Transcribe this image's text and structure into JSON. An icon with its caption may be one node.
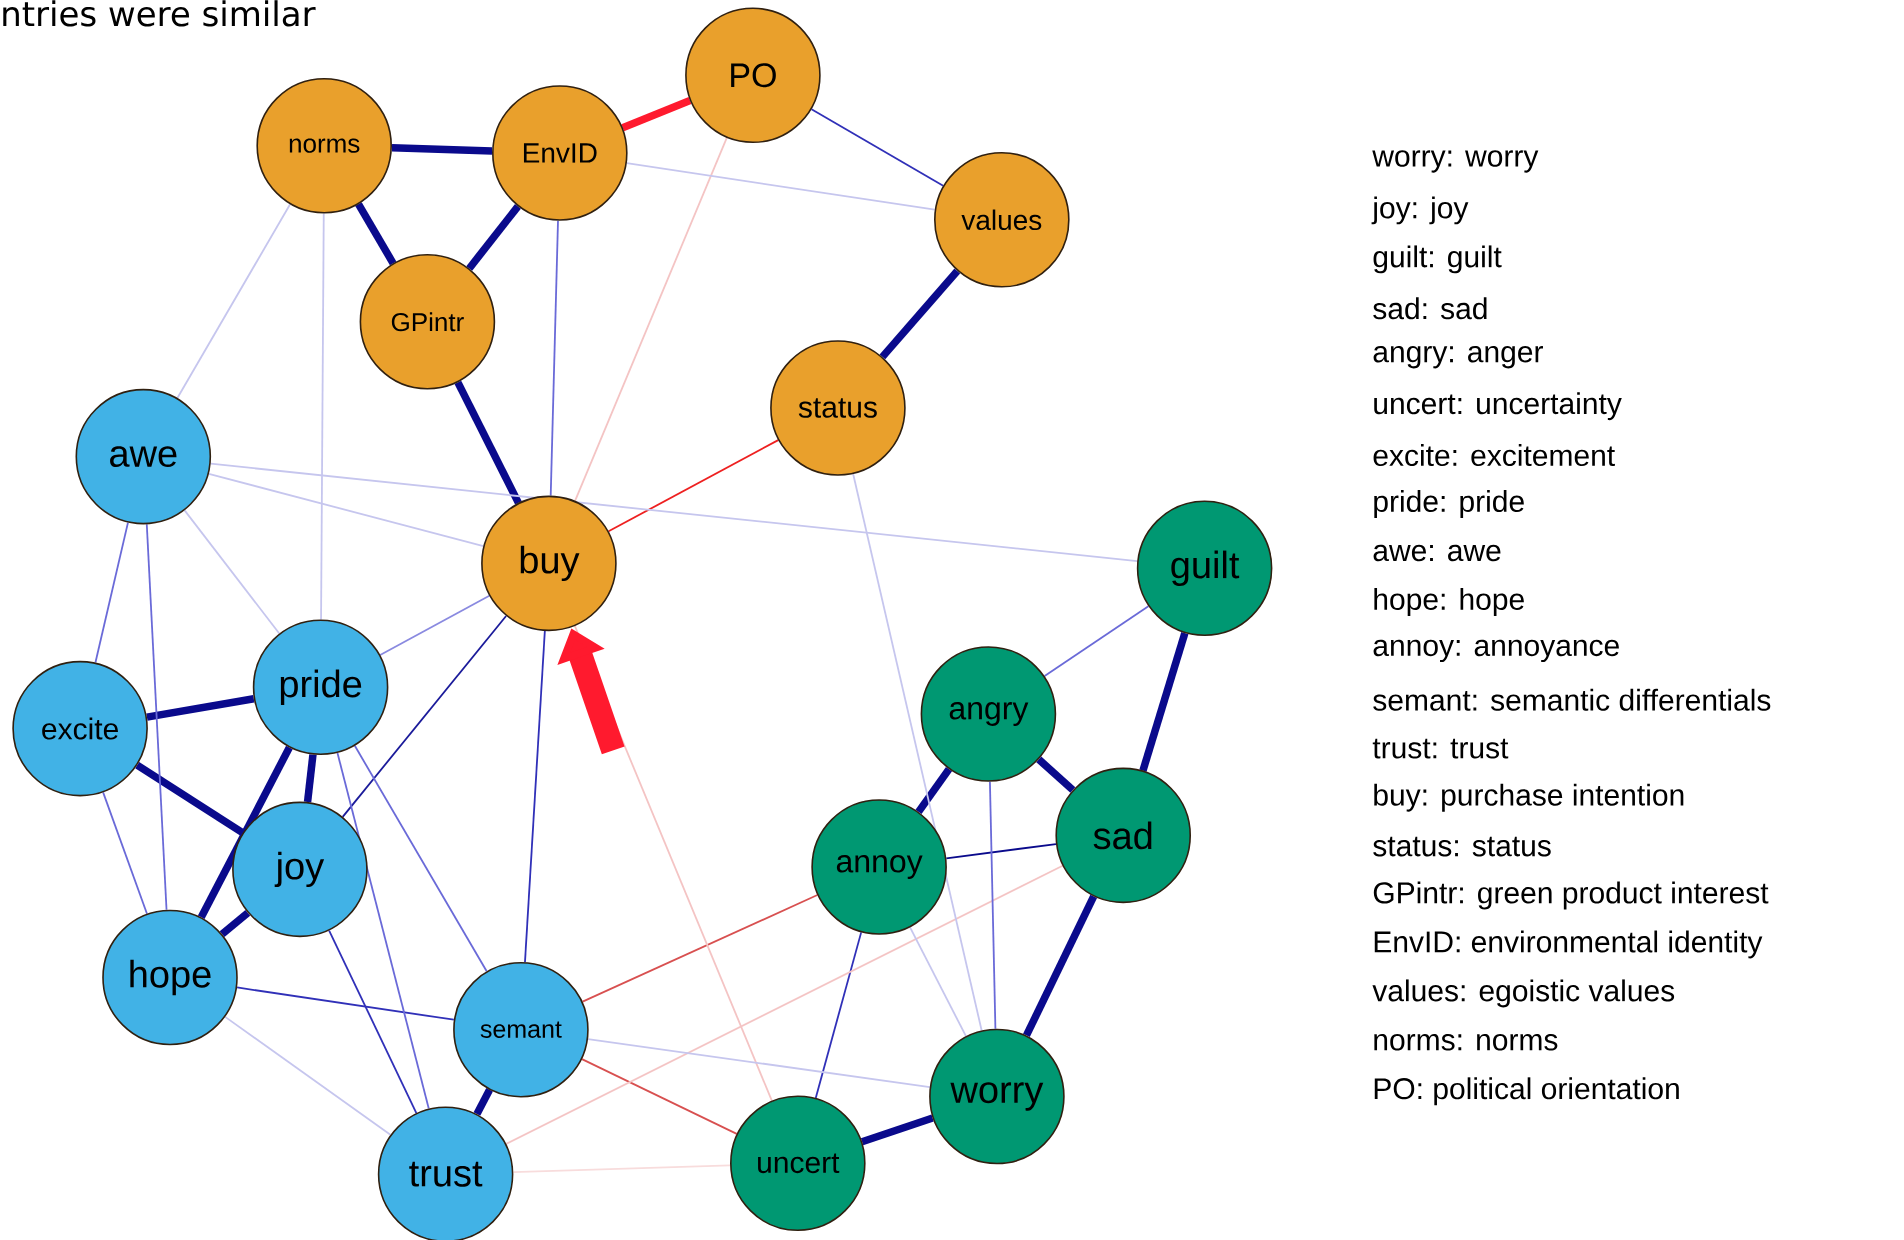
{
  "diagram": {
    "nodes": [
      {
        "text": [
          "PO"
        ]
      },
      {
        "text": [
          "norms"
        ]
      },
      {
        "text": [
          "EnvID"
        ]
      },
      {
        "text": [
          "values"
        ]
      },
      {
        "text": [
          "GPintr"
        ]
      },
      {
        "text": [
          "status"
        ]
      },
      {
        "text": [
          "awe"
        ]
      },
      {
        "text": [
          "buy"
        ]
      },
      {
        "text": [
          "guilt"
        ]
      },
      {
        "text": [
          "pride"
        ]
      },
      {
        "text": [
          "excite"
        ]
      },
      {
        "text": [
          "angry"
        ]
      },
      {
        "text": [
          "sad"
        ]
      },
      {
        "text": [
          "annoy"
        ]
      },
      {
        "text": [
          "joy"
        ]
      },
      {
        "text": [
          "hope"
        ]
      },
      {
        "text": [
          "semant"
        ]
      },
      {
        "text": [
          "worry"
        ]
      },
      {
        "text": [
          "uncert"
        ]
      },
      {
        "text": [
          "trust"
        ]
      }
    ],
    "edges": [
      {
        "from": 0,
        "to": 2,
        "arrow": "none",
        "style": "thick",
        "color": "#ff1a2e"
      },
      {
        "from": 0,
        "to": 3,
        "arrow": "none",
        "color": "#3030b8"
      },
      {
        "from": 1,
        "to": 2,
        "arrow": "none",
        "style": "thick",
        "color": "#0a0a8c"
      },
      {
        "from": 1,
        "to": 4,
        "arrow": "none",
        "style": "thick",
        "color": "#0a0a8c"
      },
      {
        "from": 2,
        "to": 4,
        "arrow": "none",
        "style": "thick",
        "color": "#0a0a8c"
      },
      {
        "from": 3,
        "to": 5,
        "arrow": "none",
        "style": "thick",
        "color": "#0a0a8c"
      },
      {
        "from": 4,
        "to": 7,
        "arrow": "none",
        "style": "thick",
        "color": "#0a0a8c"
      },
      {
        "from": 5,
        "to": 7,
        "arrow": "none",
        "color": "#ee2020"
      },
      {
        "from": 2,
        "to": 7,
        "arrow": "none",
        "color": "#6a6ad8"
      },
      {
        "from": 0,
        "to": 7,
        "arrow": "none",
        "color": "#f4c4c4"
      },
      {
        "from": 11,
        "to": 13,
        "arrow": "none",
        "style": "thick",
        "color": "#0a0a8c"
      },
      {
        "from": 11,
        "to": 12,
        "arrow": "none",
        "style": "thick",
        "color": "#0a0a8c"
      },
      {
        "from": 13,
        "to": 12,
        "arrow": "none",
        "color": "#0a0a8c"
      },
      {
        "from": 8,
        "to": 12,
        "arrow": "none",
        "style": "thick",
        "color": "#0a0a8c"
      },
      {
        "from": 12,
        "to": 17,
        "arrow": "none",
        "style": "thick",
        "color": "#0a0a8c"
      },
      {
        "from": 17,
        "to": 18,
        "arrow": "none",
        "style": "thick",
        "color": "#0a0a8c"
      },
      {
        "from": 16,
        "to": 19,
        "arrow": "none",
        "style": "thick",
        "color": "#0a0a8c"
      },
      {
        "from": 9,
        "to": 14,
        "arrow": "none",
        "style": "thick",
        "color": "#0a0a8c"
      },
      {
        "from": 14,
        "to": 15,
        "arrow": "none",
        "style": "thick",
        "color": "#0a0a8c"
      },
      {
        "from": 9,
        "to": 15,
        "arrow": "none",
        "style": "thick",
        "color": "#0a0a8c"
      },
      {
        "from": 10,
        "to": 9,
        "arrow": "none",
        "style": "thick",
        "color": "#0a0a8c"
      },
      {
        "from": 10,
        "to": 14,
        "arrow": "none",
        "style": "thick",
        "color": "#0a0a8c"
      },
      {
        "from": 6,
        "to": 10,
        "arrow": "none",
        "color": "#6a6ad8"
      },
      {
        "from": 6,
        "to": 15,
        "arrow": "none",
        "color": "#6a6ad8"
      },
      {
        "from": 10,
        "to": 15,
        "arrow": "none",
        "color": "#6a6ad8"
      },
      {
        "from": 15,
        "to": 16,
        "arrow": "none",
        "color": "#3030b8"
      },
      {
        "from": 15,
        "to": 19,
        "arrow": "none",
        "color": "#c6c6ee"
      },
      {
        "from": 14,
        "to": 19,
        "arrow": "none",
        "color": "#3030b8"
      },
      {
        "from": 7,
        "to": 14,
        "arrow": "none",
        "color": "#1a1a9a"
      },
      {
        "from": 7,
        "to": 16,
        "arrow": "none",
        "color": "#3030b8"
      },
      {
        "from": 13,
        "to": 18,
        "arrow": "none",
        "color": "#3030b8"
      },
      {
        "from": 16,
        "to": 13,
        "arrow": "none",
        "color": "#d85050"
      },
      {
        "from": 16,
        "to": 18,
        "arrow": "none",
        "color": "#d85050"
      },
      {
        "from": 8,
        "to": 11,
        "arrow": "none",
        "color": "#6a6ad8"
      },
      {
        "from": 6,
        "to": 8,
        "arrow": "none",
        "color": "#c6c6ee"
      },
      {
        "from": 19,
        "to": 12,
        "arrow": "none",
        "color": "#f4c4c4"
      },
      {
        "from": 19,
        "to": 18,
        "arrow": "none",
        "color": "#f8dcdc"
      },
      {
        "from": 7,
        "to": 18,
        "arrow": "none",
        "color": "#f4c4c4"
      },
      {
        "from": 5,
        "to": 17,
        "arrow": "none",
        "color": "#c6c6ee"
      },
      {
        "from": 6,
        "to": 7,
        "arrow": "none",
        "color": "#c6c6ee"
      },
      {
        "from": 6,
        "to": 1,
        "arrow": "none",
        "color": "#c6c6ee"
      },
      {
        "from": 9,
        "to": 7,
        "arrow": "none",
        "color": "#8a8ae0"
      },
      {
        "from": 9,
        "to": 1,
        "arrow": "none",
        "color": "#c6c6ee"
      },
      {
        "from": 9,
        "to": 16,
        "arrow": "none",
        "color": "#6a6ad8"
      },
      {
        "from": 9,
        "to": 19,
        "arrow": "none",
        "color": "#6a6ad8"
      },
      {
        "from": 11,
        "to": 17,
        "arrow": "none",
        "color": "#6a6ad8"
      },
      {
        "from": 13,
        "to": 17,
        "arrow": "none",
        "color": "#c6c6ee"
      },
      {
        "from": 2,
        "to": 3,
        "arrow": "none",
        "color": "#c6c6ee"
      },
      {
        "from": 6,
        "to": 9,
        "arrow": "none",
        "color": "#c6c6ee"
      },
      {
        "from": 16,
        "to": 17,
        "arrow": "none",
        "color": "#c6c6ee"
      },
      {
        "from": null,
        "to": 7,
        "arrow": "to",
        "style": "thick",
        "color": "#ff1a2e"
      }
    ],
    "labels": [
      "ntries were similar",
      "worry: worry",
      "joy: joy",
      "guilt: guilt",
      "sad: sad",
      "angry: anger",
      "uncert: uncertainty",
      "excite: excitement",
      "pride: pride",
      "awe: awe",
      "hope: hope",
      "annoy: annoyance",
      "semant: semantic differentials",
      "trust: trust",
      "buy: purchase intention",
      "status: status",
      "GPintr: green product interest",
      "EnvID: environmental identity",
      "values: egoistic values",
      "norms: norms",
      "PO: political orientation"
    ]
  }
}
